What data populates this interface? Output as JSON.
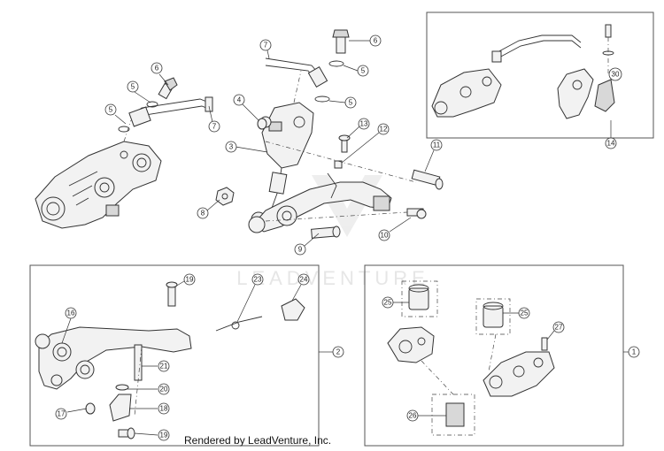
{
  "watermark": "LEADVENTURE",
  "credit": "Rendered by LeadVenture, Inc.",
  "callouts": {
    "c1": "1",
    "c2": "2",
    "c3": "3",
    "c4": "4",
    "c5a": "5",
    "c5b": "5",
    "c5c": "5",
    "c5d": "5",
    "c6a": "6",
    "c6b": "6",
    "c7a": "7",
    "c7b": "7",
    "c8": "8",
    "c9": "9",
    "c10": "10",
    "c11": "11",
    "c12": "12",
    "c13": "13",
    "c14": "14",
    "c16": "16",
    "c17": "17",
    "c18": "18",
    "c19a": "19",
    "c19b": "19",
    "c20": "20",
    "c21": "21",
    "c23": "23",
    "c24": "24",
    "c25a": "25",
    "c25b": "25",
    "c26": "26",
    "c27": "27",
    "c30": "30"
  }
}
